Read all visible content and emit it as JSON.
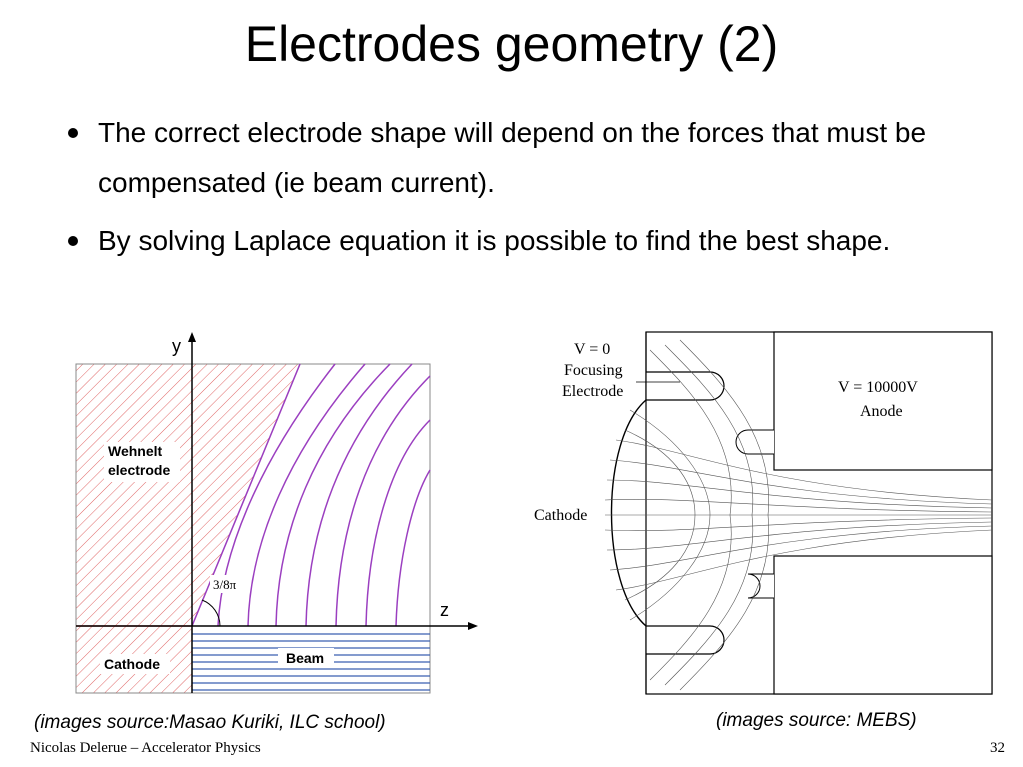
{
  "slide": {
    "title": "Electrodes geometry (2)",
    "bullets": [
      "The correct electrode shape will depend on the forces that must be compensated (ie beam current).",
      "By solving Laplace equation it is possible to find the best shape."
    ]
  },
  "left_figure": {
    "y_label": "y",
    "z_label": "z",
    "wehnelt_label_line1": "Wehnelt",
    "wehnelt_label_line2": "electrode",
    "angle_label": "3/8π",
    "cathode_label": "Cathode",
    "beam_label": "Beam",
    "caption": "(images source:Masao Kuriki, ILC school)"
  },
  "right_figure": {
    "v0_label": "V = 0",
    "focusing_label": "Focusing",
    "electrode_label": "Electrode",
    "anode_voltage_label": "V = 10000V",
    "anode_label": "Anode",
    "cathode_label": "Cathode",
    "caption": "(images source: MEBS)"
  },
  "footer": {
    "author": "Nicolas Delerue – Accelerator Physics",
    "page": "32"
  }
}
